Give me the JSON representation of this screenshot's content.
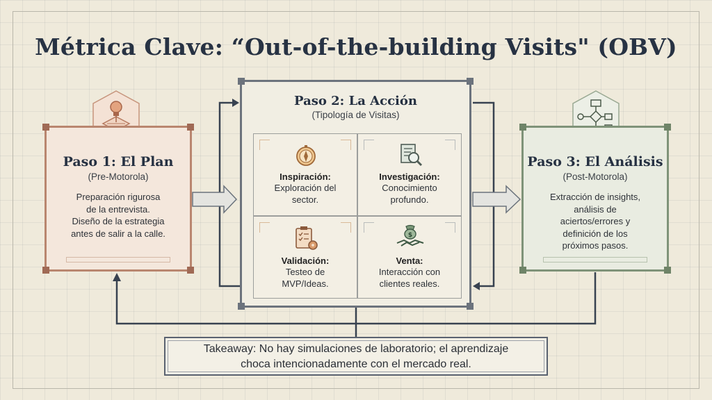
{
  "title": "Métrica Clave: “Out-of-the-building Visits\" (OBV)",
  "step1": {
    "heading": "Paso 1: El Plan",
    "subtitle": "(Pre-Motorola)",
    "lines": [
      "Preparación rigurosa",
      "de la entrevista.",
      "Diseño de la estrategia",
      "antes de salir a la calle."
    ],
    "icon": "lightbulb-blueprint-icon"
  },
  "step2": {
    "heading": "Paso 2: La Acción",
    "subtitle": "(Tipología de Visitas)",
    "cells": [
      {
        "title": "Inspiración:",
        "lines": [
          "Exploración del",
          "sector."
        ],
        "icon": "compass-icon"
      },
      {
        "title": "Investigación:",
        "lines": [
          "Conocimiento",
          "profundo."
        ],
        "icon": "document-magnifier-icon"
      },
      {
        "title": "Validación:",
        "lines": [
          "Testeo de",
          "MVP/Ideas."
        ],
        "icon": "clipboard-gear-icon"
      },
      {
        "title": "Venta:",
        "lines": [
          "Interacción con",
          "clientes reales."
        ],
        "icon": "handshake-money-icon"
      }
    ]
  },
  "step3": {
    "heading": "Paso 3: El Análisis",
    "subtitle": "(Post-Motorola)",
    "lines": [
      "Extracción de insights,",
      "análisis de",
      "aciertos/errores y",
      "definición de los",
      "próximos pasos."
    ],
    "icon": "flowchart-icon"
  },
  "takeaway": {
    "line1": "Takeaway: No hay simulaciones de laboratorio; el aprendizaje",
    "line2": "choca intencionadamente con el mercado real."
  },
  "colors": {
    "plan": "#b9866f",
    "action": "#6c737d",
    "analysis": "#7f9379",
    "ink": "#273243"
  }
}
